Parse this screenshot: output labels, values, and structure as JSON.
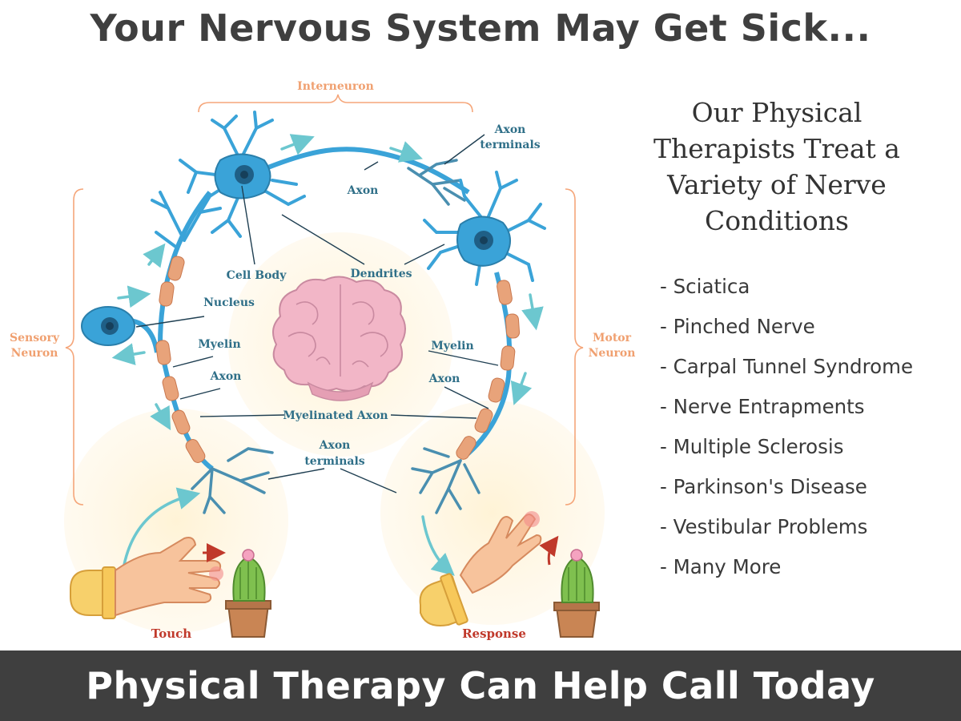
{
  "header": {
    "title": "Your Nervous System May Get Sick..."
  },
  "diagram": {
    "labels": {
      "interneuron": "Interneuron",
      "axon_terminals_top": "Axon",
      "axon_terminals_top2": "terminals",
      "axon_top": "Axon",
      "cell_body": "Cell Body",
      "dendrites": "Dendrites",
      "nucleus": "Nucleus",
      "sensory1": "Sensory",
      "sensory2": "Neuron",
      "motor1": "Motor",
      "motor2": "Neuron",
      "myelin_left": "Myelin",
      "myelin_right": "Myelin",
      "axon_left": "Axon",
      "axon_right": "Axon",
      "myelinated_axon": "Myelinated Axon",
      "axon_terminals_bottom": "Axon",
      "axon_terminals_bottom2": "terminals",
      "touch": "Touch",
      "response": "Response"
    },
    "colors": {
      "neuron": "#3aa3d8",
      "neuron_dark": "#2a7fab",
      "myelin": "#e8a37a",
      "arrow": "#6cc7cf",
      "bracket": "#f5a67a",
      "brain": "#f2b6c7",
      "glow": "#fff6df"
    }
  },
  "therapy": {
    "heading_lines": [
      "Our Physical",
      "Therapists Treat a",
      "Variety of Nerve",
      "Conditions"
    ],
    "conditions": [
      "- Sciatica",
      "- Pinched Nerve",
      "- Carpal Tunnel Syndrome",
      "- Nerve Entrapments",
      "- Multiple Sclerosis",
      "- Parkinson's Disease",
      "- Vestibular Problems",
      "- Many More"
    ]
  },
  "banner": {
    "text": "Physical Therapy Can Help Call Today"
  }
}
